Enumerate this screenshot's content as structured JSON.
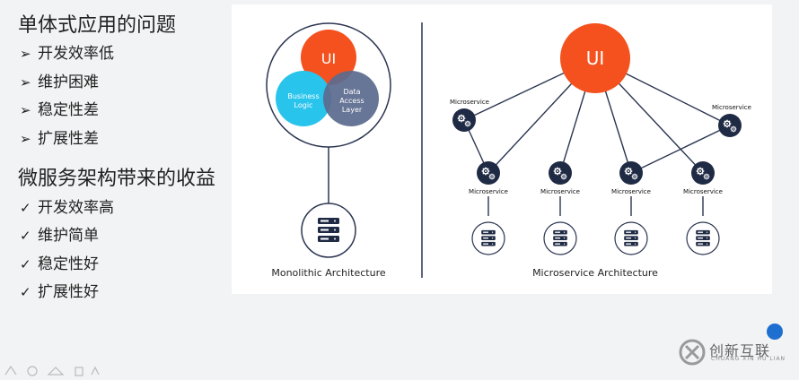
{
  "left": {
    "heading1": "单体式应用的问题",
    "problems": [
      "开发效率低",
      "维护困难",
      "稳定性差",
      "扩展性差"
    ],
    "problem_marker": "➢",
    "heading2": "微服务架构带来的收益",
    "benefits": [
      "开发效率高",
      "维护简单",
      "稳定性好",
      "扩展性好"
    ],
    "benefit_marker": "✓"
  },
  "diagram": {
    "mono": {
      "ui": "UI",
      "business_logic": [
        "Business",
        "Logic"
      ],
      "data_access": [
        "Data",
        "Access",
        "Layer"
      ],
      "caption": "Monolithic Architecture"
    },
    "micro": {
      "ui": "UI",
      "service_label": "Microservice",
      "caption": "Microservice Architecture"
    },
    "colors": {
      "ui": "#f4511e",
      "business_logic": "#29c4ec",
      "data_access": "#5b6a8e",
      "service": "#1f2a44",
      "line": "#2b3550"
    }
  },
  "brand": {
    "name": "创新互联",
    "sub": "CHUANG XIN HU LIAN"
  }
}
